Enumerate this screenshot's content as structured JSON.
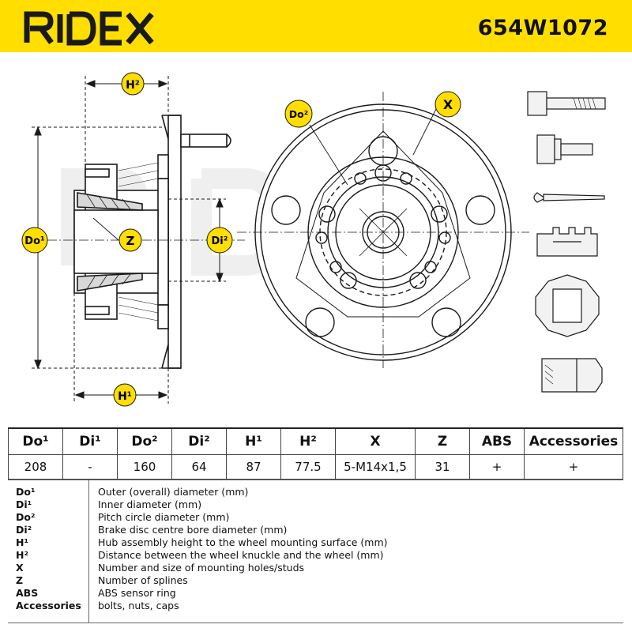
{
  "header": {
    "brand": "RIDEX",
    "part_number": "654W1072",
    "brand_color": "#1a1a1a",
    "background_color": "#ffde00"
  },
  "diagram": {
    "callouts": {
      "h2": "H²",
      "do1": "Do¹",
      "z": "Z",
      "di2": "Di²",
      "h1": "H¹",
      "do2": "Do²",
      "x": "X"
    },
    "accent_color": "#ffde00",
    "watermark": "RIDEX",
    "accessory_icons": [
      "bolt-icon",
      "flange-bolt-icon",
      "cotter-pin-icon",
      "castle-nut-icon",
      "castle-nut-top-icon",
      "lock-nut-icon"
    ]
  },
  "table": {
    "headers": [
      "Do¹",
      "Di¹",
      "Do²",
      "Di²",
      "H¹",
      "H²",
      "X",
      "Z",
      "ABS",
      "Accessories"
    ],
    "values": [
      "208",
      "-",
      "160",
      "64",
      "87",
      "77.5",
      "5-M14x1,5",
      "31",
      "+",
      "+"
    ]
  },
  "legend": [
    {
      "key": "Do¹",
      "desc": "Outer (overall) diameter (mm)"
    },
    {
      "key": "Di¹",
      "desc": "Inner diameter (mm)"
    },
    {
      "key": "Do²",
      "desc": "Pitch circle diameter (mm)"
    },
    {
      "key": "Di²",
      "desc": "Brake disc centre bore diameter (mm)"
    },
    {
      "key": "H¹",
      "desc": "Hub assembly height to the wheel mounting surface (mm)"
    },
    {
      "key": "H²",
      "desc": "Distance between the wheel knuckle and the wheel (mm)"
    },
    {
      "key": "X",
      "desc": "Number and size of mounting holes/studs"
    },
    {
      "key": "Z",
      "desc": "Number of splines"
    },
    {
      "key": "ABS",
      "desc": "ABS sensor ring"
    },
    {
      "key": "Accessories",
      "desc": "bolts, nuts, caps"
    }
  ]
}
